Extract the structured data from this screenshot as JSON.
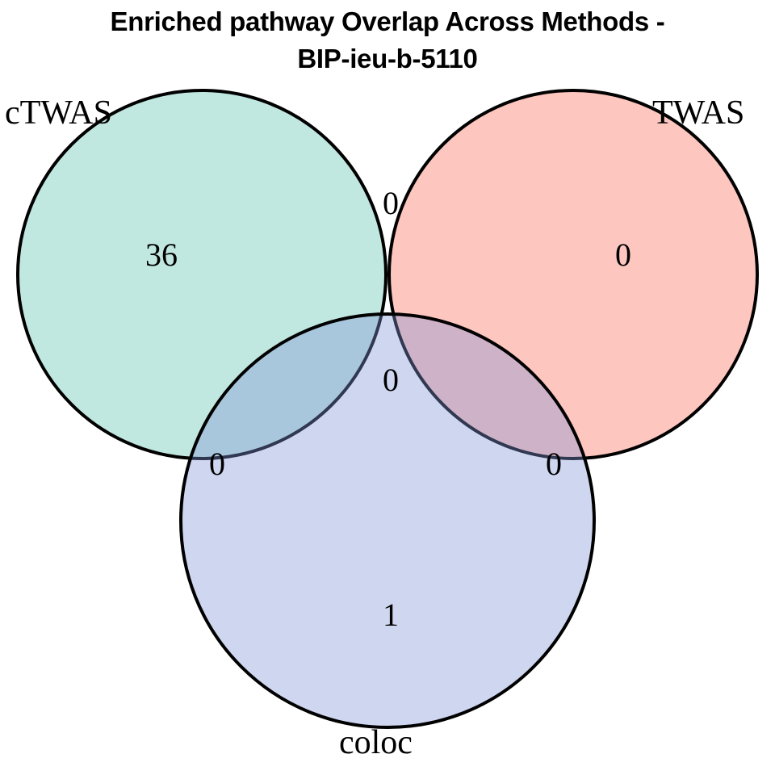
{
  "title": {
    "line1": "Enriched pathway Overlap Across Methods -",
    "line2": "BIP-ieu-b-5110",
    "full": "Enriched pathway Overlap Across Methods - BIP-ieu-b-5110"
  },
  "sets": {
    "ctwas_label": "cTWAS",
    "twas_label": "TWAS",
    "coloc_label": "coloc"
  },
  "counts": {
    "ctwas_only": "36",
    "ctwas_twas": "0",
    "twas_only": "0",
    "ctwas_coloc": "0",
    "all_three": "0",
    "twas_coloc": "0",
    "coloc_only": "1"
  },
  "colors": {
    "ctwas_fill": "#8dd3c7",
    "twas_fill": "#fb8072",
    "coloc_fill": "#8münch0b3d6",
    "coloc_fill_hex": "#80b3d6",
    "stroke": "#000000",
    "background": "#ffffff",
    "overlap_ctwas_twas": "#d6b296",
    "overlap_ctwas_coloc": "#a3c0cf",
    "overlap_twas_coloc": "#c6aeb8",
    "overlap_all_three": "#aba5a8",
    "ctwas_region_rendered": "#b6ded3",
    "twas_region_rendered": "#fbc8b3",
    "coloc_region_rendered": "#c5cae9"
  },
  "chart_data": {
    "type": "venn",
    "title": "Enriched pathway Overlap Across Methods - BIP-ieu-b-5110",
    "sets": [
      "cTWAS",
      "TWAS",
      "coloc"
    ],
    "regions": [
      {
        "id": "ctwas_only",
        "sets": [
          "cTWAS"
        ],
        "value": 36
      },
      {
        "id": "ctwas_twas",
        "sets": [
          "cTWAS",
          "TWAS"
        ],
        "value": 0
      },
      {
        "id": "twas_only",
        "sets": [
          "TWAS"
        ],
        "value": 0
      },
      {
        "id": "ctwas_coloc",
        "sets": [
          "cTWAS",
          "coloc"
        ],
        "value": 0
      },
      {
        "id": "all_three",
        "sets": [
          "cTWAS",
          "TWAS",
          "coloc"
        ],
        "value": 0
      },
      {
        "id": "twas_coloc",
        "sets": [
          "TWAS",
          "coloc"
        ],
        "value": 0
      },
      {
        "id": "coloc_only",
        "sets": [
          "coloc"
        ],
        "value": 1
      }
    ],
    "totals": {
      "cTWAS": 36,
      "TWAS": 0,
      "coloc": 1
    },
    "legend": "none",
    "grid": false
  }
}
